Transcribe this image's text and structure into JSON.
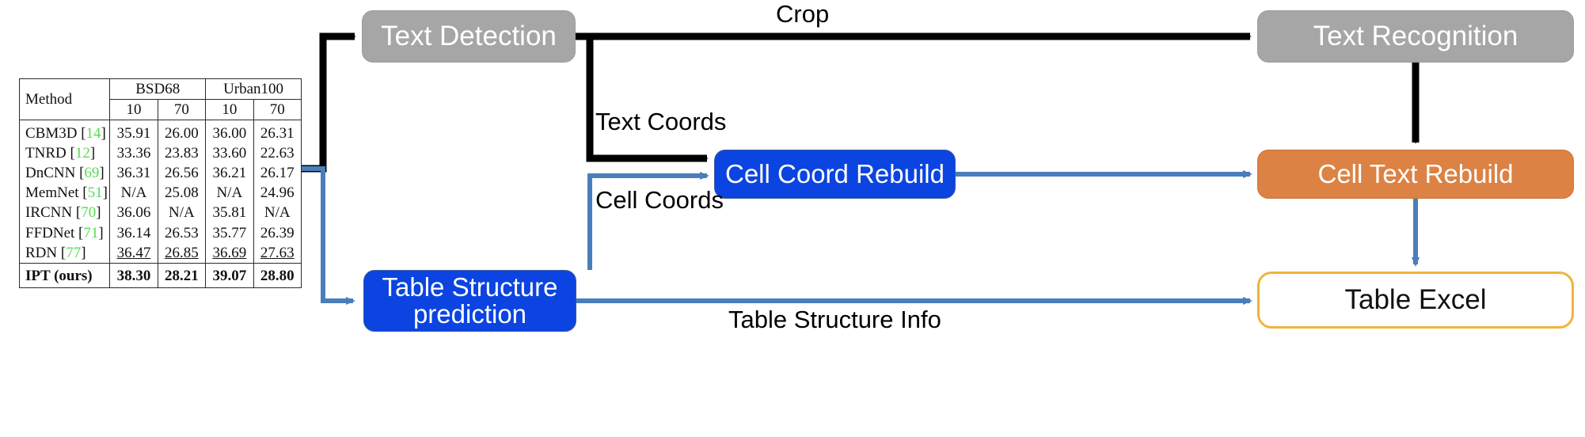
{
  "diagram": {
    "nodes": [
      {
        "id": "text-detection",
        "label": "Text Detection",
        "style": "gray"
      },
      {
        "id": "text-recognition",
        "label": "Text Recognition",
        "style": "gray"
      },
      {
        "id": "cell-coord-rebuild",
        "label": "Cell Coord Rebuild",
        "style": "blue"
      },
      {
        "id": "cell-text-rebuild",
        "label": "Cell Text Rebuild",
        "style": "orange"
      },
      {
        "id": "table-structure-prediction",
        "label_line1": "Table Structure",
        "label_line2": "prediction",
        "style": "blue"
      },
      {
        "id": "table-excel",
        "label": "Table Excel",
        "style": "outline"
      }
    ],
    "edge_labels": {
      "crop": "Crop",
      "text_coords": "Text Coords",
      "cell_coords": "Cell Coords",
      "table_structure_info": "Table Structure Info"
    },
    "colors": {
      "gray_node": "#A6A6A6",
      "blue_node": "#0B44E0",
      "orange_node": "#DC8244",
      "outline_border": "#F0B43C",
      "black_arrow": "#000000",
      "blue_arrow": "#4A7EBB",
      "reference_green": "#55DD55"
    }
  },
  "figure_table": {
    "group_headers": [
      {
        "label": "Method",
        "colspan": 1
      },
      {
        "label": "BSD68",
        "colspan": 2
      },
      {
        "label": "Urban100",
        "colspan": 2
      }
    ],
    "sub_headers": [
      "10",
      "70",
      "10",
      "70"
    ],
    "rows": [
      {
        "method": "CBM3D",
        "ref": "14",
        "values": [
          "35.91",
          "26.00",
          "36.00",
          "26.31"
        ]
      },
      {
        "method": "TNRD",
        "ref": "12",
        "values": [
          "33.36",
          "23.83",
          "33.60",
          "22.63"
        ]
      },
      {
        "method": "DnCNN",
        "ref": "69",
        "values": [
          "36.31",
          "26.56",
          "36.21",
          "26.17"
        ]
      },
      {
        "method": "MemNet",
        "ref": "51",
        "values": [
          "N/A",
          "25.08",
          "N/A",
          "24.96"
        ]
      },
      {
        "method": "IRCNN",
        "ref": "70",
        "values": [
          "36.06",
          "N/A",
          "35.81",
          "N/A"
        ]
      },
      {
        "method": "FFDNet",
        "ref": "71",
        "values": [
          "36.14",
          "26.53",
          "35.77",
          "26.39"
        ]
      },
      {
        "method": "RDN",
        "ref": "77",
        "values": [
          "36.47",
          "26.85",
          "36.69",
          "27.63"
        ],
        "underline": true
      }
    ],
    "final_row": {
      "method": "IPT (ours)",
      "ref": "",
      "values": [
        "38.30",
        "28.21",
        "39.07",
        "28.80"
      ],
      "bold": true
    }
  }
}
